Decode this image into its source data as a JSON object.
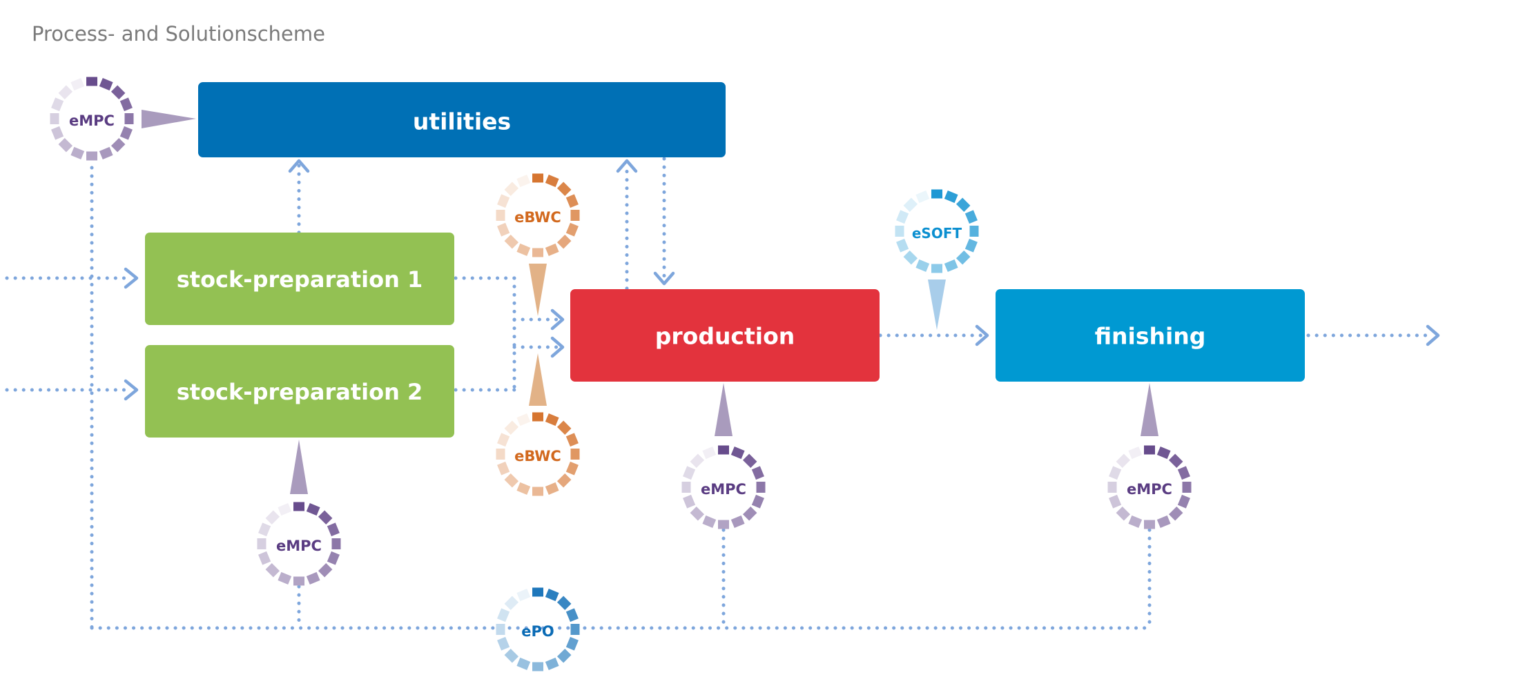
{
  "title": "Process- and Solutionscheme",
  "colors": {
    "connector": "#7ea6dc",
    "utilities": "#0070b5",
    "stock": "#93c153",
    "production": "#e3333d",
    "finishing": "#0099d2",
    "empc": "#5a3c82",
    "ebwc": "#d2691e",
    "esoft": "#0b8fd0",
    "epo": "#0a6bb5",
    "pointer_empc": "#a99bbd",
    "pointer_ebwc": "#e2b287",
    "pointer_esoft": "#a8cdea"
  },
  "process": {
    "utilities": "utilities",
    "stock_prep_1": "stock-preparation 1",
    "stock_prep_2": "stock-preparation 2",
    "production": "production",
    "finishing": "finishing"
  },
  "solutions": {
    "empc": "eMPC",
    "ebwc": "eBWC",
    "esoft": "eSOFT",
    "epo": "ePO"
  },
  "icons": {
    "badge": "segmented-ring-icon",
    "arrow": "chevron-arrow-icon",
    "pointer": "triangle-pointer-icon"
  }
}
